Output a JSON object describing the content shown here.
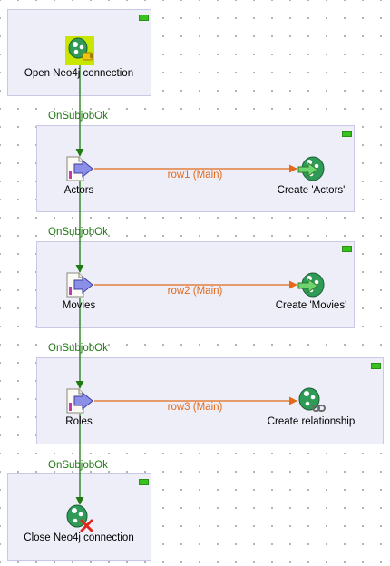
{
  "components": {
    "open_connection": "Open Neo4j connection",
    "actors": "Actors",
    "create_actors": "Create 'Actors'",
    "movies": "Movies",
    "create_movies": "Create 'Movies'",
    "roles": "Roles",
    "create_relationship": "Create relationship",
    "close_connection": "Close Neo4j connection"
  },
  "triggers": {
    "t1": "OnSubjobOk",
    "t2": "OnSubjobOk",
    "t3": "OnSubjobOk",
    "t4": "OnSubjobOk"
  },
  "rows": {
    "r1": "row1 (Main)",
    "r2": "row2 (Main)",
    "r3": "row3 (Main)"
  },
  "icons": {
    "neo4j_connection": "neo4j-connection-icon",
    "file_input": "file-input-icon",
    "neo4j_output": "neo4j-output-icon",
    "neo4j_relationship": "neo4j-relationship-icon",
    "neo4j_close": "neo4j-close-icon"
  },
  "colors": {
    "subjob_bg": "#eeeef9",
    "trigger_link": "#1f7a12",
    "main_link": "#e26a1a",
    "neo4j_green": "#2f9b57"
  }
}
